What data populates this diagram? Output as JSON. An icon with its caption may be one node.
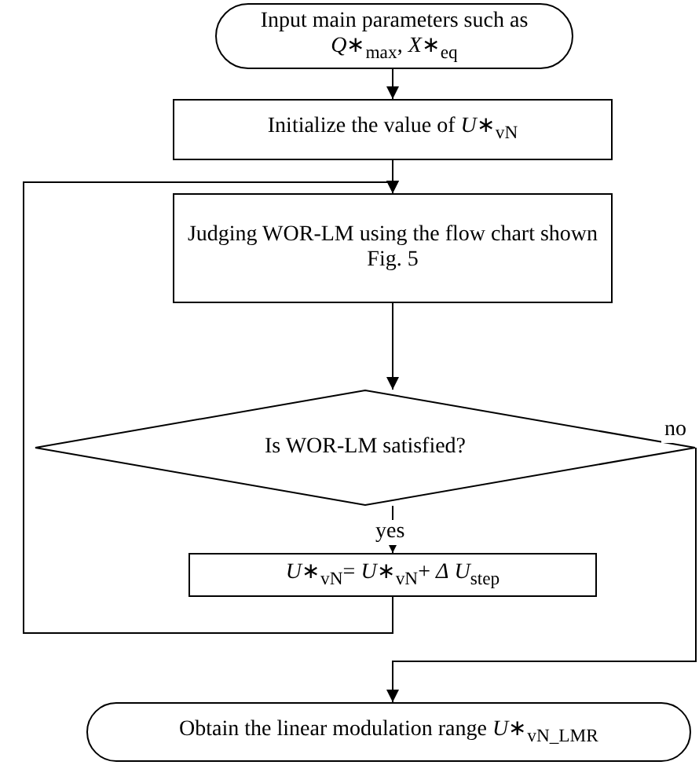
{
  "diagram": {
    "nodes": [
      {
        "text": [
          "Input main parameters such as *Q*∗$_{max}$, *X*∗$_{eq}$"
        ]
      },
      {
        "text": [
          "Initialize the value of *U*∗$_{vN}$"
        ]
      },
      {
        "text": [
          "Judging WOR-LM using the flow chart shown Fig. 5"
        ]
      },
      {
        "text": [
          "Is WOR-LM satisfied?"
        ]
      },
      {
        "text": [
          "*U*∗$_{vN}$= *U*∗$_{vN}$+ *Δ* *U*$_{step}$"
        ]
      },
      {
        "text": [
          "Obtain the linear modulation range *U*∗$_{vN_LMR}$"
        ]
      }
    ],
    "edges": [
      {
        "from": 0,
        "to": 1,
        "arrow": "to"
      },
      {
        "from": 1,
        "to": 2,
        "arrow": "to"
      },
      {
        "from": 4,
        "to": 2,
        "arrow": "to"
      },
      {
        "from": 2,
        "to": 3,
        "arrow": "to"
      },
      {
        "from": 3,
        "to": 4,
        "arrow": "to",
        "label": "yes"
      },
      {
        "from": 3,
        "to": 5,
        "arrow": "to",
        "label": "no"
      }
    ]
  }
}
